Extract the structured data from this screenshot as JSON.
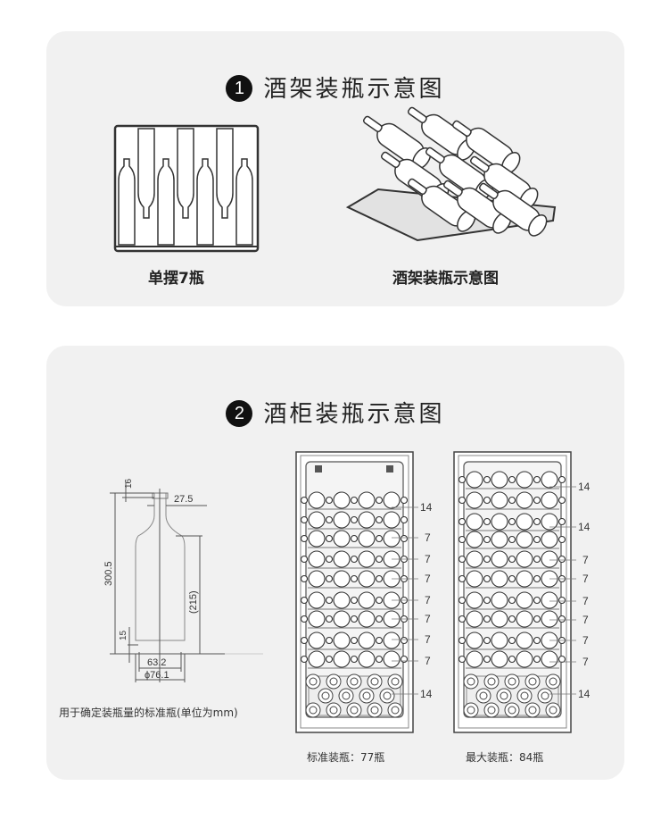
{
  "section1": {
    "badge": "1",
    "title": "酒架装瓶示意图",
    "rack_front_label": "单摆7瓶",
    "rack_perspective_label": "酒架装瓶示意图"
  },
  "section2": {
    "badge": "2",
    "title": "酒柜装瓶示意图",
    "bottle": {
      "dim_top": "16",
      "dim_neck": "27.5",
      "dim_height": "300.5",
      "dim_body": "(215)",
      "dim_base": "15",
      "dim_inner": "63.2",
      "dim_diameter": "ϕ76.1",
      "caption": "用于确定装瓶量的标准瓶(单位为mm)"
    },
    "cabinet_standard": {
      "shelf_counts": [
        "14",
        "7",
        "7",
        "7",
        "7",
        "7",
        "7",
        "7",
        "14"
      ],
      "caption": "标准装瓶：77瓶"
    },
    "cabinet_max": {
      "shelf_counts": [
        "14",
        "14",
        "7",
        "7",
        "7",
        "7",
        "7",
        "7",
        "14"
      ],
      "caption": "最大装瓶：84瓶"
    }
  }
}
